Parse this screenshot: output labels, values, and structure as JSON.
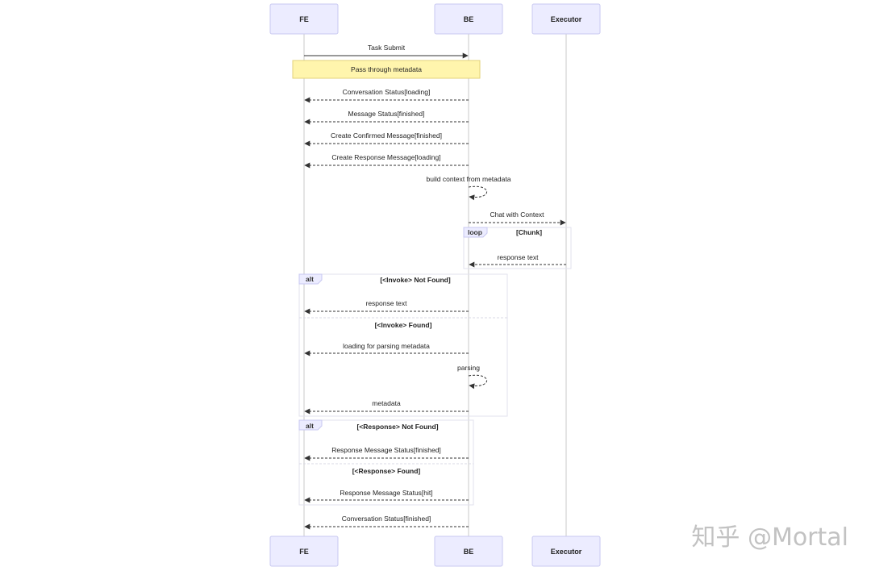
{
  "diagram": {
    "participants": [
      {
        "id": "fe",
        "label": "FE"
      },
      {
        "id": "be",
        "label": "BE"
      },
      {
        "id": "executor",
        "label": "Executor"
      }
    ],
    "messages": [
      {
        "label": "Task Submit"
      },
      {
        "label": "Conversation Status[loading]"
      },
      {
        "label": "Message Status[finished]"
      },
      {
        "label": "Create Confirmed Message[finished]"
      },
      {
        "label": "Create Response Message[loading]"
      },
      {
        "label": "build context from metadata"
      },
      {
        "label": "Chat with Context"
      },
      {
        "label": "response text"
      },
      {
        "label": "response text"
      },
      {
        "label": "loading for parsing metadata"
      },
      {
        "label": "parsing"
      },
      {
        "label": "metadata"
      },
      {
        "label": "Response Message Status[finished]"
      },
      {
        "label": "Response Message Status[hit]"
      },
      {
        "label": "Conversation Status[finished]"
      }
    ],
    "note": {
      "label": "Pass through metadata"
    },
    "frames": [
      {
        "tag": "loop",
        "condition": "[Chunk]"
      },
      {
        "tag": "alt",
        "condition": "[<Invoke> Not Found]",
        "else_condition": "[<Invoke> Found]"
      },
      {
        "tag": "alt",
        "condition": "[<Response> Not Found]",
        "else_condition": "[<Response> Found]"
      }
    ]
  },
  "watermark": {
    "text": "知乎 @Mortal"
  }
}
